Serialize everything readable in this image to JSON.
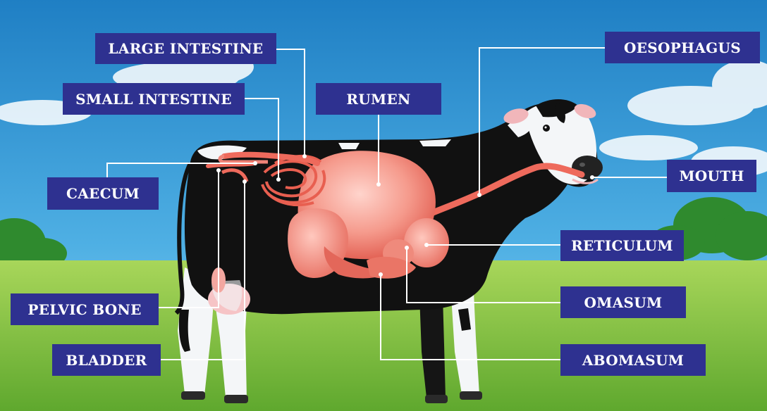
{
  "diagram": {
    "labels": {
      "large_intestine": "LARGE INTESTINE",
      "small_intestine": "SMALL INTESTINE",
      "rumen": "RUMEN",
      "oesophagus": "OESOPHAGUS",
      "mouth": "MOUTH",
      "caecum": "CAECUM",
      "reticulum": "RETICULUM",
      "omasum": "OMASUM",
      "abomasum": "ABOMASUM",
      "pelvic_bone": "PELVIC BONE",
      "bladder": "BLADDER"
    },
    "colors": {
      "label_bg": "#2e3190",
      "label_text": "#ffffff",
      "sky_top": "#1f86c8",
      "sky_bottom": "#8fd0f0",
      "grass": "#8cc63f",
      "organ": "#f08478",
      "cow_black": "#111111",
      "cow_white": "#f4f6f8"
    }
  }
}
